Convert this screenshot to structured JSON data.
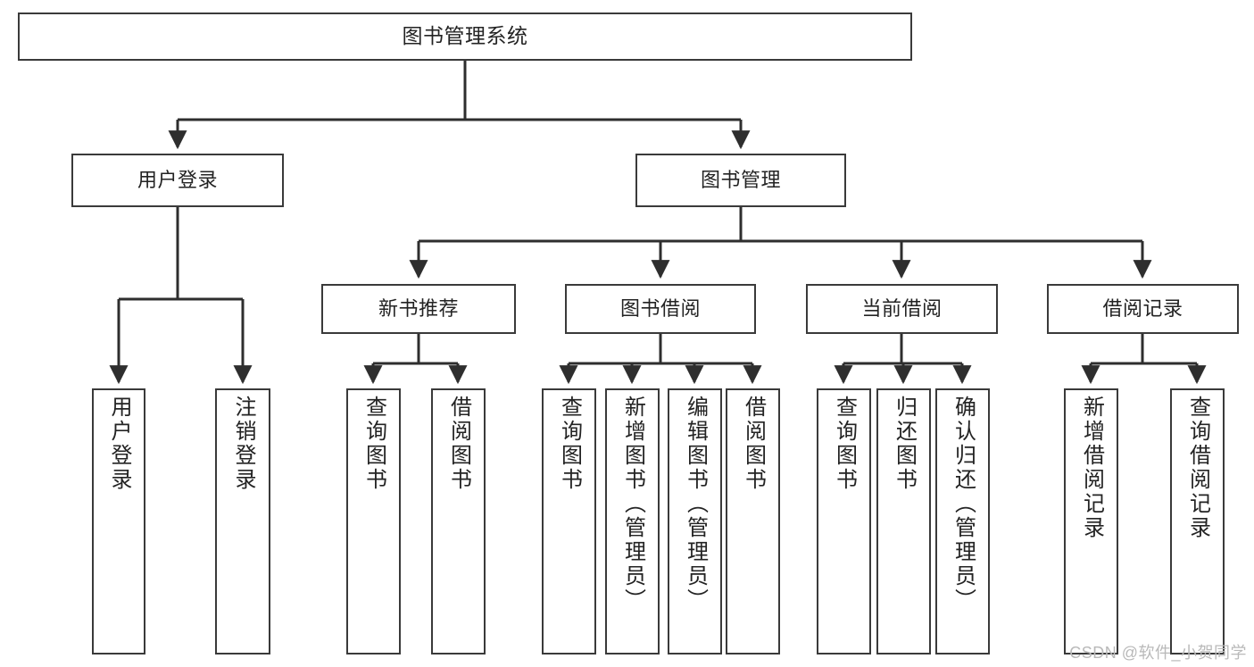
{
  "diagram": {
    "title": "图书管理系统",
    "type": "tree",
    "orientation": "top-down",
    "background_color": "#ffffff",
    "line_color": "#3a3a3a",
    "box_border_color": "#3a3a3a",
    "text_color": "#232323",
    "watermark": "CSDN @软件_小贺同学",
    "nodes": {
      "root": {
        "label": "图书管理系统"
      },
      "level1": [
        {
          "label": "用户登录"
        },
        {
          "label": "图书管理"
        }
      ],
      "level2": [
        {
          "label": "新书推荐"
        },
        {
          "label": "图书借阅"
        },
        {
          "label": "当前借阅"
        },
        {
          "label": "借阅记录"
        }
      ],
      "leaves": {
        "user_login": [
          {
            "label": "用户登录"
          },
          {
            "label": "注销登录"
          }
        ],
        "new_book_recommend": [
          {
            "label": "查询图书"
          },
          {
            "label": "借阅图书"
          }
        ],
        "book_borrow": [
          {
            "label": "查询图书"
          },
          {
            "label": "新增图书（管理员）"
          },
          {
            "label": "编辑图书（管理员）"
          },
          {
            "label": "借阅图书"
          }
        ],
        "current_borrow": [
          {
            "label": "查询图书"
          },
          {
            "label": "归还图书"
          },
          {
            "label": "确认归还（管理员）"
          }
        ],
        "borrow_record": [
          {
            "label": "新增借阅记录"
          },
          {
            "label": "查询借阅记录"
          }
        ]
      }
    }
  }
}
